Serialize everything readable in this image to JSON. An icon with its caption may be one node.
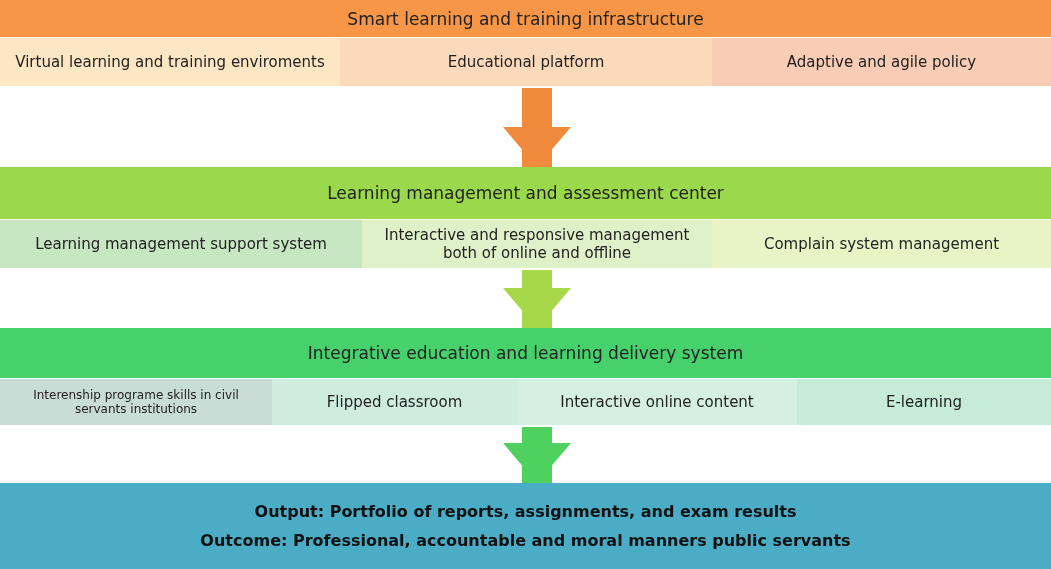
{
  "diagram": {
    "nodes": [
      {
        "text": [
          "Smart learning and training infrastructure"
        ]
      },
      {
        "text": [
          "Virtual learning and training enviroments"
        ],
        "in": 0
      },
      {
        "text": [
          "Educational platform"
        ],
        "in": 0
      },
      {
        "text": [
          "Adaptive and agile policy"
        ],
        "in": 0
      },
      {
        "text": [
          "Learning management and assessment center"
        ]
      },
      {
        "text": [
          "Learning management support system"
        ],
        "in": 4
      },
      {
        "text": [
          "Interactive and responsive management both of online and offline"
        ],
        "in": 4
      },
      {
        "text": [
          "Complain system management"
        ],
        "in": 4
      },
      {
        "text": [
          "Integrative education and learning delivery system"
        ]
      },
      {
        "text": [
          "Interenship programe skills in civil servants institutions"
        ],
        "in": 8
      },
      {
        "text": [
          "Flipped classroom"
        ],
        "in": 8
      },
      {
        "text": [
          "Interactive online content"
        ],
        "in": 8
      },
      {
        "text": [
          "E-learning"
        ],
        "in": 8
      },
      {
        "text": [
          "Output: Portfolio of reports, assignments, and exam results",
          "Outcome:  Professional, accountable and moral manners public servants"
        ]
      }
    ],
    "edges": [
      {
        "from": 0,
        "to": 4,
        "arrow": "to",
        "color": "#f08a3c"
      },
      {
        "from": 4,
        "to": 8,
        "arrow": "to",
        "color": "#a6d84a"
      },
      {
        "from": 8,
        "to": 13,
        "arrow": "to",
        "color": "#4fd160"
      }
    ]
  }
}
